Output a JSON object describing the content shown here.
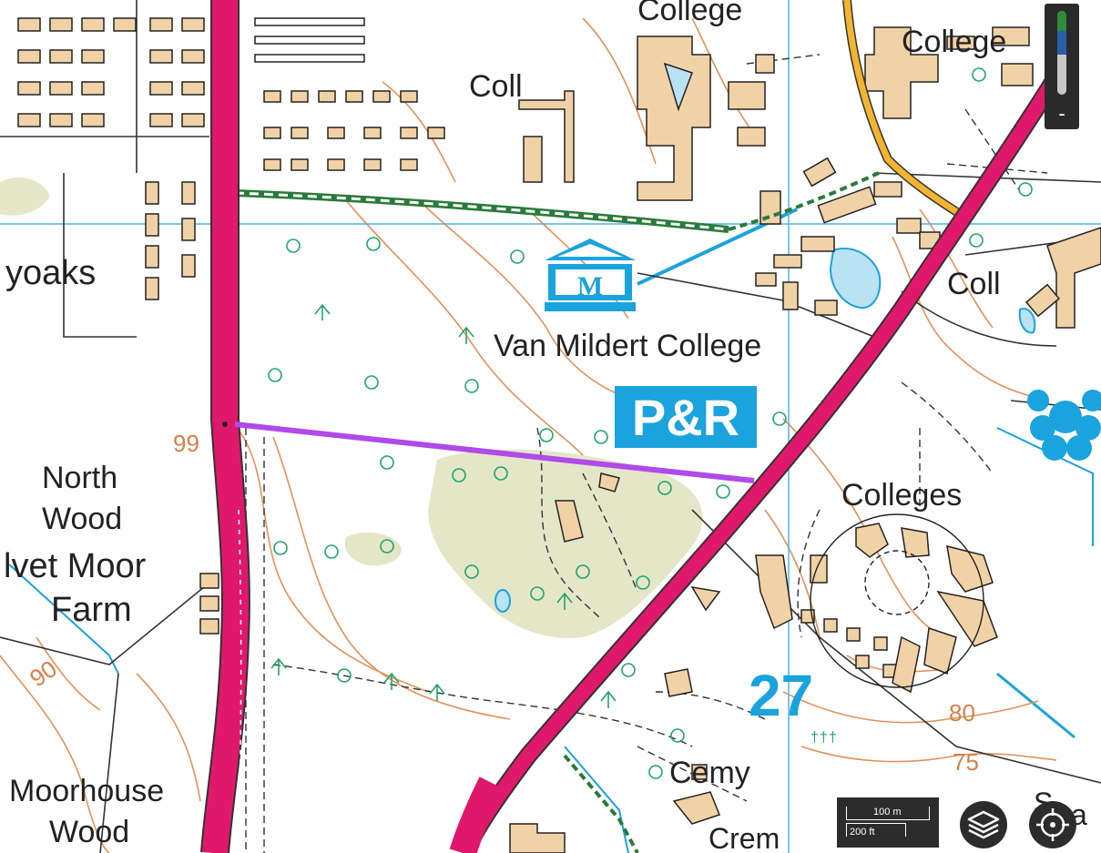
{
  "map": {
    "labels": {
      "college_top": "College",
      "college_top_right": "College",
      "coll_top": "Coll",
      "coll_right": "Coll",
      "yoaks": "yoaks",
      "van_mildert": "Van Mildert College",
      "pr_badge": "P&R",
      "museum_symbol": "M",
      "north": "North",
      "wood": "Wood",
      "elvet_moor": "lvet Moor",
      "farm": "Farm",
      "moorhouse": "Moorhouse",
      "wood2": "Wood",
      "colleges": "Colleges",
      "cemy": "Cemy",
      "crem": "Crem",
      "sv": "S",
      "va": "va",
      "grid_number": "27"
    },
    "contours": {
      "c99": "99",
      "c90": "90",
      "c80": "80",
      "c75": "75"
    },
    "colors": {
      "a_road": "#e0186c",
      "b_road": "#f2b530",
      "route": "#b04ae8",
      "footpath": "#2a7a3a",
      "water": "#b9e2f3",
      "building": "#f1d2a6",
      "woodland": "#e3e5c8",
      "contour": "#e2925a",
      "gridline": "#4db3e6"
    }
  },
  "controls": {
    "zoom_out_label": "-",
    "scale_metric": "100 m",
    "scale_imperial": "200 ft",
    "layers_icon": "layers-icon",
    "locate_icon": "crosshair-icon"
  }
}
